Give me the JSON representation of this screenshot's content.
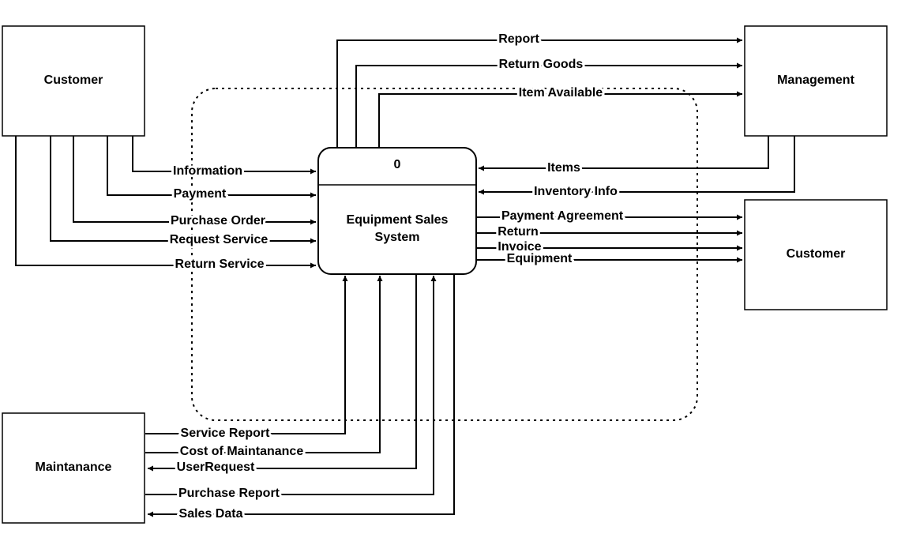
{
  "entities": {
    "customer_top": "Customer",
    "management": "Management",
    "customer_right": "Customer",
    "maintenance": "Maintanance"
  },
  "process": {
    "number": "0",
    "name_line1": "Equipment Sales",
    "name_line2": "System"
  },
  "flows": {
    "report": "Report",
    "return_goods": "Return Goods",
    "item_available": "Item Available",
    "items": "Items",
    "inventory_info": "Inventory Info",
    "information": "Information",
    "payment": "Payment",
    "purchase_order": "Purchase Order",
    "request_service": "Request Service",
    "return_service": "Return Service",
    "payment_agreement": "Payment Agreement",
    "return": "Return",
    "invoice": "Invoice",
    "equipment": "Equipment",
    "service_report": "Service Report",
    "cost_of_maintanance": "Cost of Maintanance",
    "user_request": "UserRequest",
    "purchase_report": "Purchase Report",
    "sales_data": "Sales Data"
  }
}
